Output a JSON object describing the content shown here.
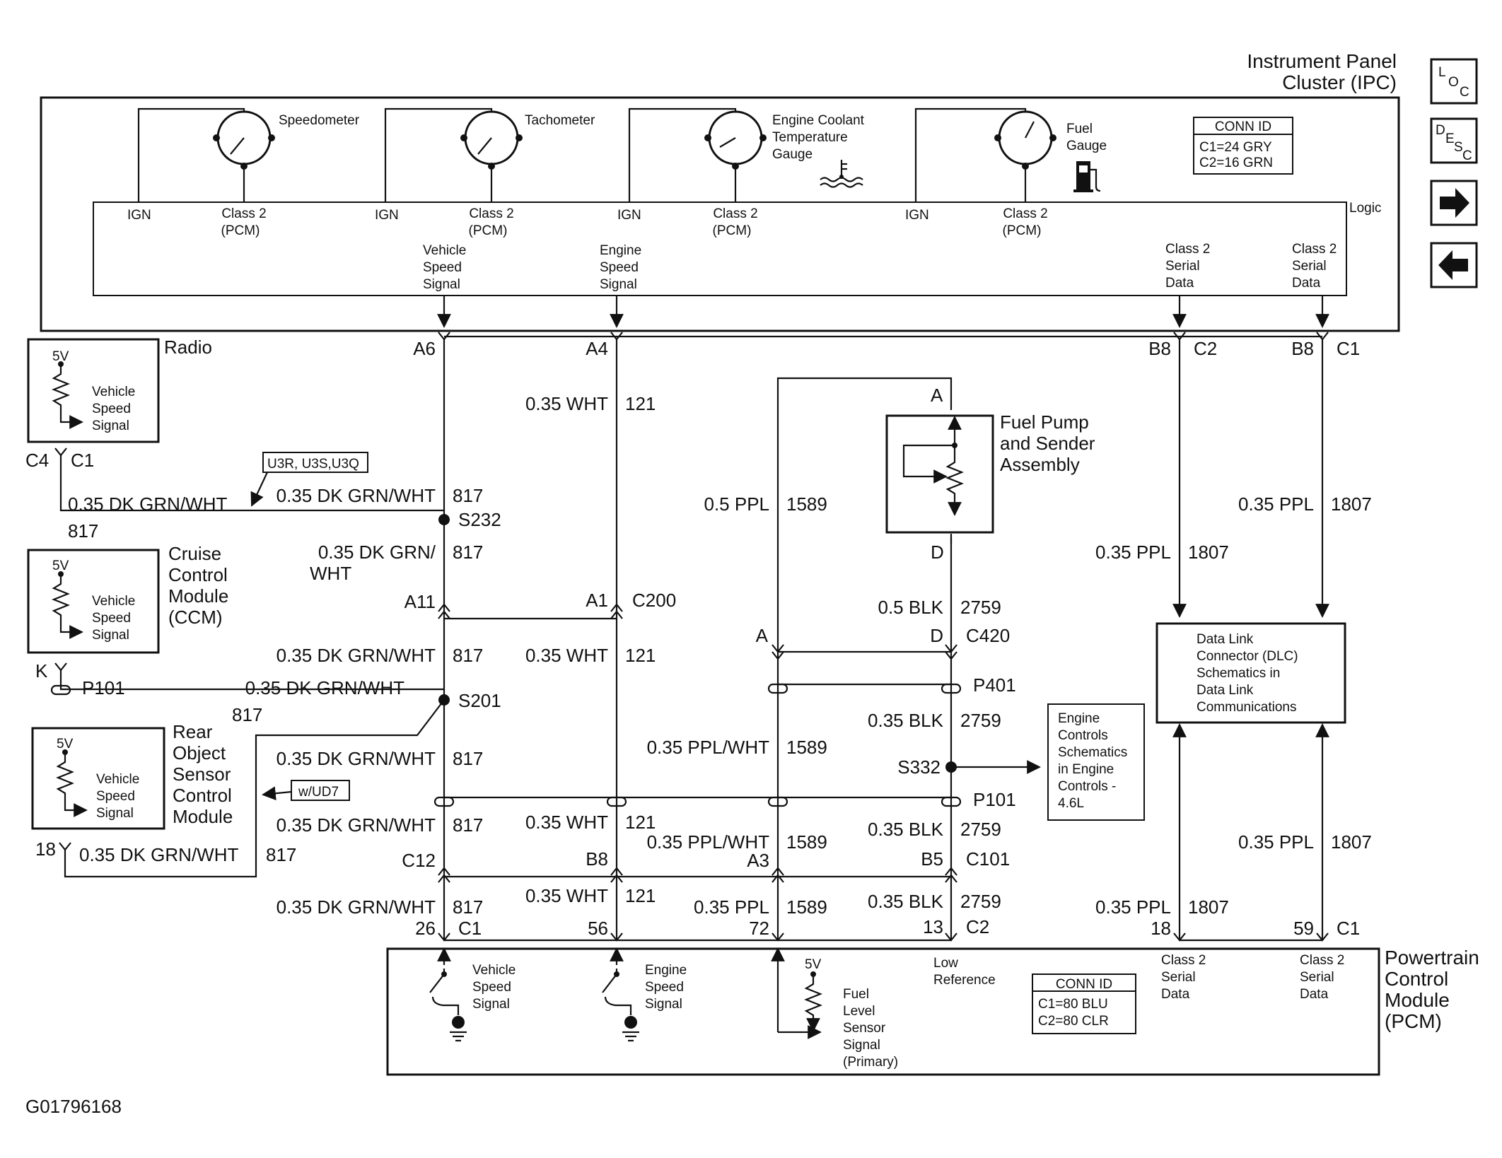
{
  "figure_id": "G01796168",
  "ipc": {
    "title_line1": "Instrument Panel",
    "title_line2": "Cluster (IPC)",
    "logic": "Logic",
    "conn_id": {
      "title": "CONN ID",
      "c1": "C1=24 GRY",
      "c2": "C2=16 GRN"
    },
    "gauges": [
      {
        "name": "speedometer",
        "label_lines": [
          "Speedometer"
        ]
      },
      {
        "name": "tachometer",
        "label_lines": [
          "Tachometer"
        ]
      },
      {
        "name": "coolant",
        "label_lines": [
          "Engine Coolant",
          "Temperature",
          "Gauge"
        ]
      },
      {
        "name": "fuel",
        "label_lines": [
          "Fuel",
          "Gauge"
        ]
      }
    ],
    "ign": "IGN",
    "class2_pcm": [
      "Class 2",
      "(PCM)"
    ],
    "vehicle_speed_signal": [
      "Vehicle",
      "Speed",
      "Signal"
    ],
    "engine_speed_signal": [
      "Engine",
      "Speed",
      "Signal"
    ],
    "class2_serial_data": [
      "Class 2",
      "Serial",
      "Data"
    ]
  },
  "nav": {
    "loc": {
      "a": "L",
      "b": "O",
      "c": "C"
    },
    "desc": {
      "a": "D",
      "b": "E",
      "c": "S",
      "d": "C"
    },
    "forward": "➡",
    "back": "⬅"
  },
  "radio": {
    "title": "Radio",
    "v5": "5V",
    "signal_lines": [
      "Vehicle",
      "Speed",
      "Signal"
    ],
    "pin": "C4",
    "conn": "C1",
    "wire": "817"
  },
  "ccm": {
    "title_lines": [
      "Cruise",
      "Control",
      "Module",
      "(CCM)"
    ],
    "v5": "5V",
    "signal_lines": [
      "Vehicle",
      "Speed",
      "Signal"
    ],
    "pin": "K",
    "conn": "P101",
    "wire": "817"
  },
  "roscm": {
    "title_lines": [
      "Rear",
      "Object",
      "Sensor",
      "Control",
      "Module"
    ],
    "v5": "5V",
    "signal_lines": [
      "Vehicle",
      "Speed",
      "Signal"
    ],
    "pin": "18",
    "option": "w/UD7"
  },
  "options": {
    "u3": "U3R, U3S,U3Q"
  },
  "fuel_pump": {
    "title_lines": [
      "Fuel Pump",
      "and Sender",
      "Assembly"
    ],
    "pin_a": "A",
    "pin_d": "D"
  },
  "engine_controls": [
    "Engine",
    "Controls",
    "Schematics",
    "in Engine",
    "Controls -",
    "4.6L"
  ],
  "dlc": [
    "Data Link",
    "Connector (DLC)",
    "Schematics in",
    "Data Link",
    "Communications"
  ],
  "pcm": {
    "title_lines": [
      "Powertrain",
      "Control",
      "Module",
      "(PCM)"
    ],
    "conn_id": {
      "title": "CONN ID",
      "c1": "C1=80 BLU",
      "c2": "C2=80 CLR"
    },
    "v5": "5V",
    "vss": [
      "Vehicle",
      "Speed",
      "Signal"
    ],
    "ess": [
      "Engine",
      "Speed",
      "Signal"
    ],
    "fuel_level": [
      "Fuel",
      "Level",
      "Sensor",
      "Signal",
      "(Primary)"
    ],
    "low_ref": [
      "Low",
      "Reference"
    ],
    "class2_a": [
      "Class 2",
      "Serial",
      "Data"
    ],
    "class2_b": [
      "Class 2",
      "Serial",
      "Data"
    ]
  },
  "labels": {
    "A6": "A6",
    "A4": "A4",
    "B8": "B8",
    "C2": "C2",
    "C1": "C1",
    "A11": "A11",
    "A1": "A1",
    "C200": "C200",
    "A": "A",
    "D": "D",
    "C420": "C420",
    "P401": "P401",
    "P101": "P101",
    "S232": "S232",
    "S201": "S201",
    "S332": "S332",
    "C12": "C12",
    "A3": "A3",
    "B5": "B5",
    "C101": "C101",
    "p26": "26",
    "p56": "56",
    "p72": "72",
    "p13": "13",
    "p18": "18",
    "p59": "59"
  },
  "wires": {
    "dkgrn_wht": "0.35 DK GRN/WHT",
    "dkgrn_split1": "0.35 DK GRN/",
    "dkgrn_split2": "WHT",
    "wht": "0.35 WHT",
    "ppl05": "0.5 PPL",
    "ppl": "0.35 PPL",
    "ppl_wht": "0.35 PPL/WHT",
    "blk05": "0.5 BLK",
    "blk": "0.35 BLK",
    "c817": "817",
    "c121": "121",
    "c1589": "1589",
    "c1807": "1807",
    "c2759": "2759"
  }
}
